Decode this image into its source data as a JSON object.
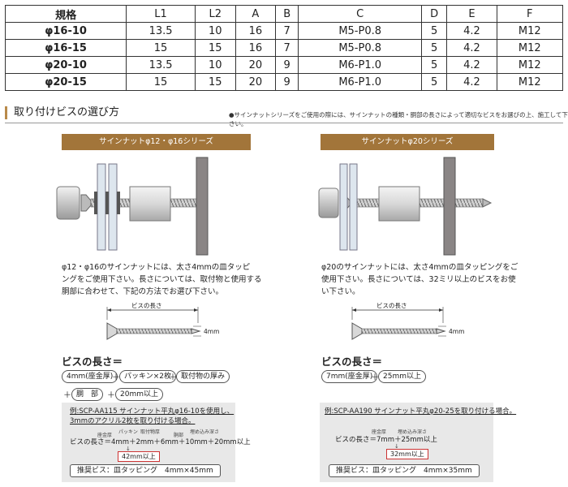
{
  "table": {
    "headers": [
      "規格",
      "L1",
      "L2",
      "A",
      "B",
      "C",
      "D",
      "E",
      "F"
    ],
    "rows": [
      [
        "φ16-10",
        "13.5",
        "10",
        "16",
        "7",
        "M5-P0.8",
        "5",
        "4.2",
        "M12"
      ],
      [
        "φ16-15",
        "15",
        "15",
        "16",
        "7",
        "M5-P0.8",
        "5",
        "4.2",
        "M12"
      ],
      [
        "φ20-10",
        "13.5",
        "10",
        "20",
        "9",
        "M6-P1.0",
        "5",
        "4.2",
        "M12"
      ],
      [
        "φ20-15",
        "15",
        "15",
        "20",
        "9",
        "M6-P1.0",
        "5",
        "4.2",
        "M12"
      ]
    ]
  },
  "section": {
    "title": "取り付けビスの選び方",
    "note": "●サインナットシリーズをご使用の際には、サインナットの種類・胴部の長さによって適切なビスをお選びの上、施工して下さい。"
  },
  "left": {
    "banner": "サインナットφ12・φ16シリーズ",
    "desc": [
      "φ12・φ16のサインナットには、太さ4mmの皿タッピ",
      "ングをご使用下さい。長さについては、取付物と使用する",
      "胴部に合わせて、下記の方法でお選び下さい。"
    ],
    "screw_length_label": "ビスの長さ",
    "dia_label": "4mm",
    "formula_title": "ビスの長さ＝",
    "terms": [
      "4mm(座金厚)",
      "パッキン×2枚",
      "取付物の厚み",
      "胴　部",
      "20mm以上"
    ],
    "example": {
      "head": [
        "例:SCP-AA115 サインナット平丸φ16-10を使用し、",
        "3mmのアクリル2枚を取り付ける場合。"
      ],
      "small_labels": [
        "座金厚",
        "パッキン",
        "取付物厚",
        "胴部",
        "埋め込み深さ"
      ],
      "calc_label": "ビスの長さ＝4mm＋2mm＋6mm＋10mm＋20mm以上",
      "result": "42mm以上",
      "recommend": "推奨ビス：皿タッピング　4mm×45mm"
    }
  },
  "right": {
    "banner": "サインナットφ20シリーズ",
    "desc": [
      "φ20のサインナットには、太さ4mmの皿タッピングをご",
      "使用下さい。長さについては、32ミリ以上のビスをお使",
      "い下さい。"
    ],
    "screw_length_label": "ビスの長さ",
    "dia_label": "4mm",
    "formula_title": "ビスの長さ＝",
    "terms": [
      "7mm(座金厚)",
      "25mm以上"
    ],
    "example": {
      "head": [
        "例:SCP-AA190 サインナット平丸φ20-25を取り付ける場合。"
      ],
      "small_labels": [
        "座金厚",
        "埋め込み深さ"
      ],
      "calc_label": "ビスの長さ＝7mm＋25mm以上",
      "result": "32mm以上",
      "recommend": "推奨ビス：皿タッピング　4mm×35mm"
    }
  }
}
